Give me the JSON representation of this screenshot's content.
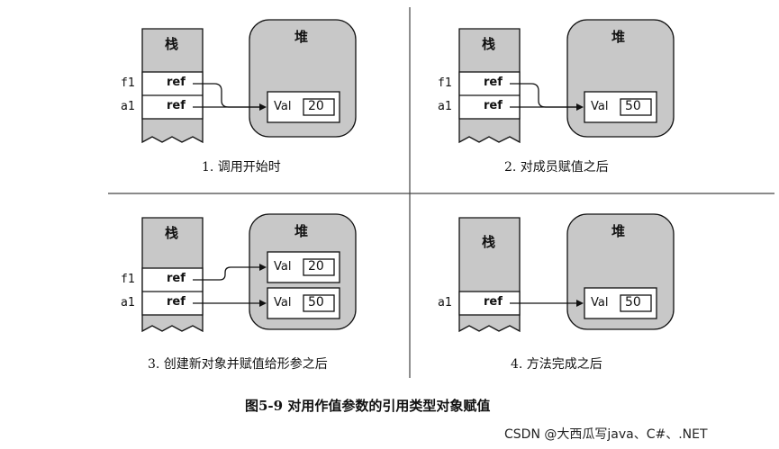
{
  "labels": {
    "stack": "栈",
    "heap": "堆",
    "ref": "ref",
    "val": "Val",
    "f1": "f1",
    "a1": "a1"
  },
  "panels": [
    {
      "caption": "1. 调用开始时",
      "objects": [
        "20"
      ]
    },
    {
      "caption": "2. 对成员赋值之后",
      "objects": [
        "50"
      ]
    },
    {
      "caption": "3. 创建新对象并赋值给形参之后",
      "objects": [
        "20",
        "50"
      ]
    },
    {
      "caption": "4. 方法完成之后",
      "objects": [
        "50"
      ]
    }
  ],
  "figure_title": "图5-9 对用作值参数的引用类型对象赋值",
  "watermark": "CSDN @大西瓜写java、C#、.NET",
  "colors": {
    "fill": "#c8c8c8",
    "line": "#111111"
  }
}
